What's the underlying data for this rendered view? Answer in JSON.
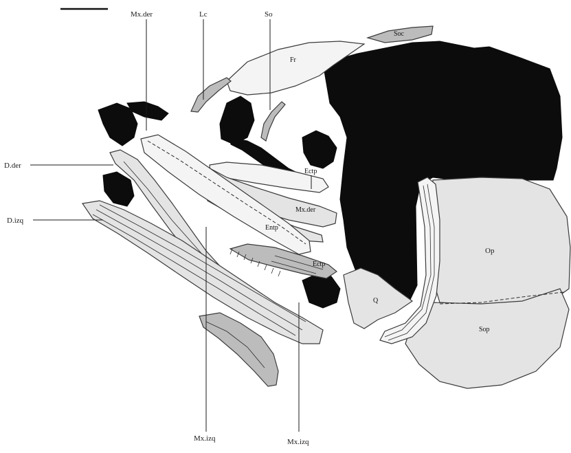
{
  "labels": {
    "mx_der_top": "Mx.der",
    "lc": "Lc",
    "so": "So",
    "soc": "Soc",
    "fr": "Fr",
    "d_der": "D.der",
    "d_izq": "D.izq",
    "ectp_1": "Ectp",
    "mx_der_mid": "Mx.der",
    "entp": "Entp",
    "ectp_2": "Ectp",
    "op": "Op",
    "q": "Q",
    "sop": "Sop",
    "mx_izq_1": "Mx.izq",
    "mx_izq_2": "Mx.izq"
  },
  "colors": {
    "bone": "#bcbcbc",
    "dark_tissue": "#0c0c0c",
    "line": "#1a1a1a"
  }
}
